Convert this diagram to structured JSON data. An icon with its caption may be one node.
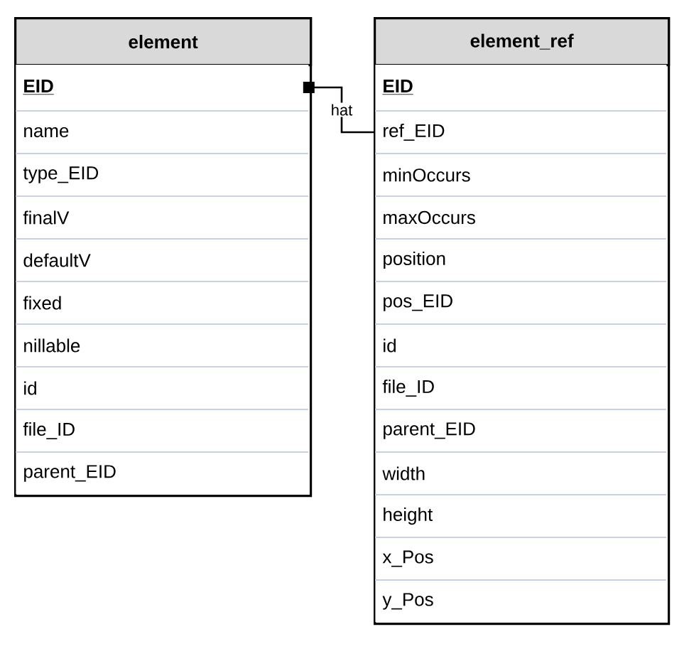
{
  "diagram": {
    "nodes": [
      {
        "text": [
          "element"
        ]
      },
      {
        "text": [
          "EID"
        ],
        "in": 0
      },
      {
        "text": [
          "name"
        ],
        "in": 0
      },
      {
        "text": [
          "type_EID"
        ],
        "in": 0
      },
      {
        "text": [
          "finalV"
        ],
        "in": 0
      },
      {
        "text": [
          "defaultV"
        ],
        "in": 0
      },
      {
        "text": [
          "fixed"
        ],
        "in": 0
      },
      {
        "text": [
          "nillable"
        ],
        "in": 0
      },
      {
        "text": [
          "id"
        ],
        "in": 0
      },
      {
        "text": [
          "file_ID"
        ],
        "in": 0
      },
      {
        "text": [
          "parent_EID"
        ],
        "in": 0
      },
      {
        "text": [
          "element_ref"
        ]
      },
      {
        "text": [
          "EID"
        ],
        "in": 11
      },
      {
        "text": [
          "ref_EID"
        ],
        "in": 11
      },
      {
        "text": [
          "minOccurs"
        ],
        "in": 11
      },
      {
        "text": [
          "maxOccurs"
        ],
        "in": 11
      },
      {
        "text": [
          "position"
        ],
        "in": 11
      },
      {
        "text": [
          "pos_EID"
        ],
        "in": 11
      },
      {
        "text": [
          "id"
        ],
        "in": 11
      },
      {
        "text": [
          "file_ID"
        ],
        "in": 11
      },
      {
        "text": [
          "parent_EID"
        ],
        "in": 11
      },
      {
        "text": [
          "width"
        ],
        "in": 11
      },
      {
        "text": [
          "height"
        ],
        "in": 11
      },
      {
        "text": [
          "x_Pos"
        ],
        "in": 11
      },
      {
        "text": [
          "y_Pos"
        ],
        "in": 11
      }
    ],
    "edges": [
      {
        "from": 1,
        "to": 13,
        "arrow": "other",
        "label": "hat"
      }
    ]
  }
}
